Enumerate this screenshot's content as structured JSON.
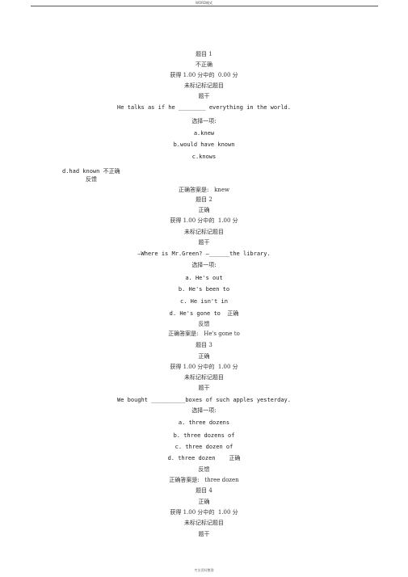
{
  "page": {
    "header": "WORD格式",
    "footer": "专业资料整理"
  },
  "questions": [
    {
      "number_label": "题目 1",
      "status": "不正确",
      "score": "获得 1.00 分中的  0.00 分",
      "flag": "未标记标记题目",
      "stem_label": "题干",
      "stem": "He talks as if he ________ everything in the world.",
      "choose_label": "选择一项:",
      "options": [
        "a.knew",
        "b.would have known",
        "c.knows",
        "d.had known"
      ],
      "selected_mark": "不正确",
      "feedback_label": "反馈",
      "answer": "正确答案是:   knew"
    },
    {
      "number_label": "题目 2",
      "status": "正确",
      "score": "获得 1.00 分中的  1.00 分",
      "flag": "未标记标记题目",
      "stem_label": "题干",
      "stem": "—Where is Mr.Green? —______the library.",
      "choose_label": "选择一项:",
      "options": [
        "a. He's out",
        "b. He's been to",
        "c. He isn't in",
        "d. He's gone to"
      ],
      "selected_mark": "正确",
      "feedback_label": "反馈",
      "answer": "正确答案是:   He's gone to"
    },
    {
      "number_label": "题目 3",
      "status": "正确",
      "score": "获得 1.00 分中的  1.00 分",
      "flag": "未标记标记题目",
      "stem_label": "题干",
      "stem": "We bought __________boxes of such apples yesterday.",
      "choose_label": "选择一项:",
      "options": [
        "a. three dozens",
        "b. three dozens of",
        "c. three dozen of",
        "d. three dozen"
      ],
      "selected_mark": "正确",
      "feedback_label": "反馈",
      "answer": "正确答案是:   three dozen"
    },
    {
      "number_label": "题目 4",
      "status": "正确",
      "score": "获得 1.00 分中的  1.00 分",
      "flag": "未标记标记题目",
      "stem_label": "题干"
    }
  ]
}
